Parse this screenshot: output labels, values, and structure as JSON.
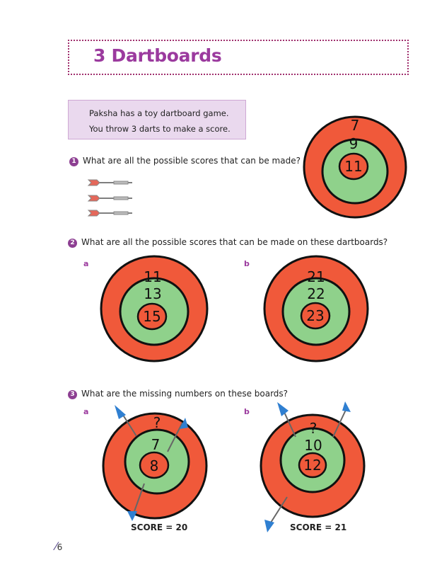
{
  "header": {
    "title": "3  Dartboards"
  },
  "intro": {
    "line1": "Paksha has a toy dartboard game.",
    "line2": "You throw 3 darts to make a score."
  },
  "questions": [
    {
      "num": "1",
      "text": "What are all the possible scores that can be made?"
    },
    {
      "num": "2",
      "text": "What are all the possible scores that can be made on these dartboards?"
    },
    {
      "num": "3",
      "text": "What are the missing numbers on these boards?"
    }
  ],
  "boards": {
    "q1": {
      "outer": "7",
      "middle": "9",
      "inner": "11"
    },
    "q2a": {
      "label": "a",
      "outer": "11",
      "middle": "13",
      "inner": "15"
    },
    "q2b": {
      "label": "b",
      "outer": "21",
      "middle": "22",
      "inner": "23"
    },
    "q3a": {
      "label": "a",
      "outer": "?",
      "middle": "7",
      "inner": "8",
      "score": "SCORE = 20"
    },
    "q3b": {
      "label": "b",
      "outer": "?",
      "middle": "10",
      "inner": "12",
      "score": "SCORE = 21"
    }
  },
  "footer": {
    "page": "6"
  },
  "colors": {
    "red": "#f0593a",
    "green": "#8fd18b",
    "purple": "#9b3a9e"
  }
}
